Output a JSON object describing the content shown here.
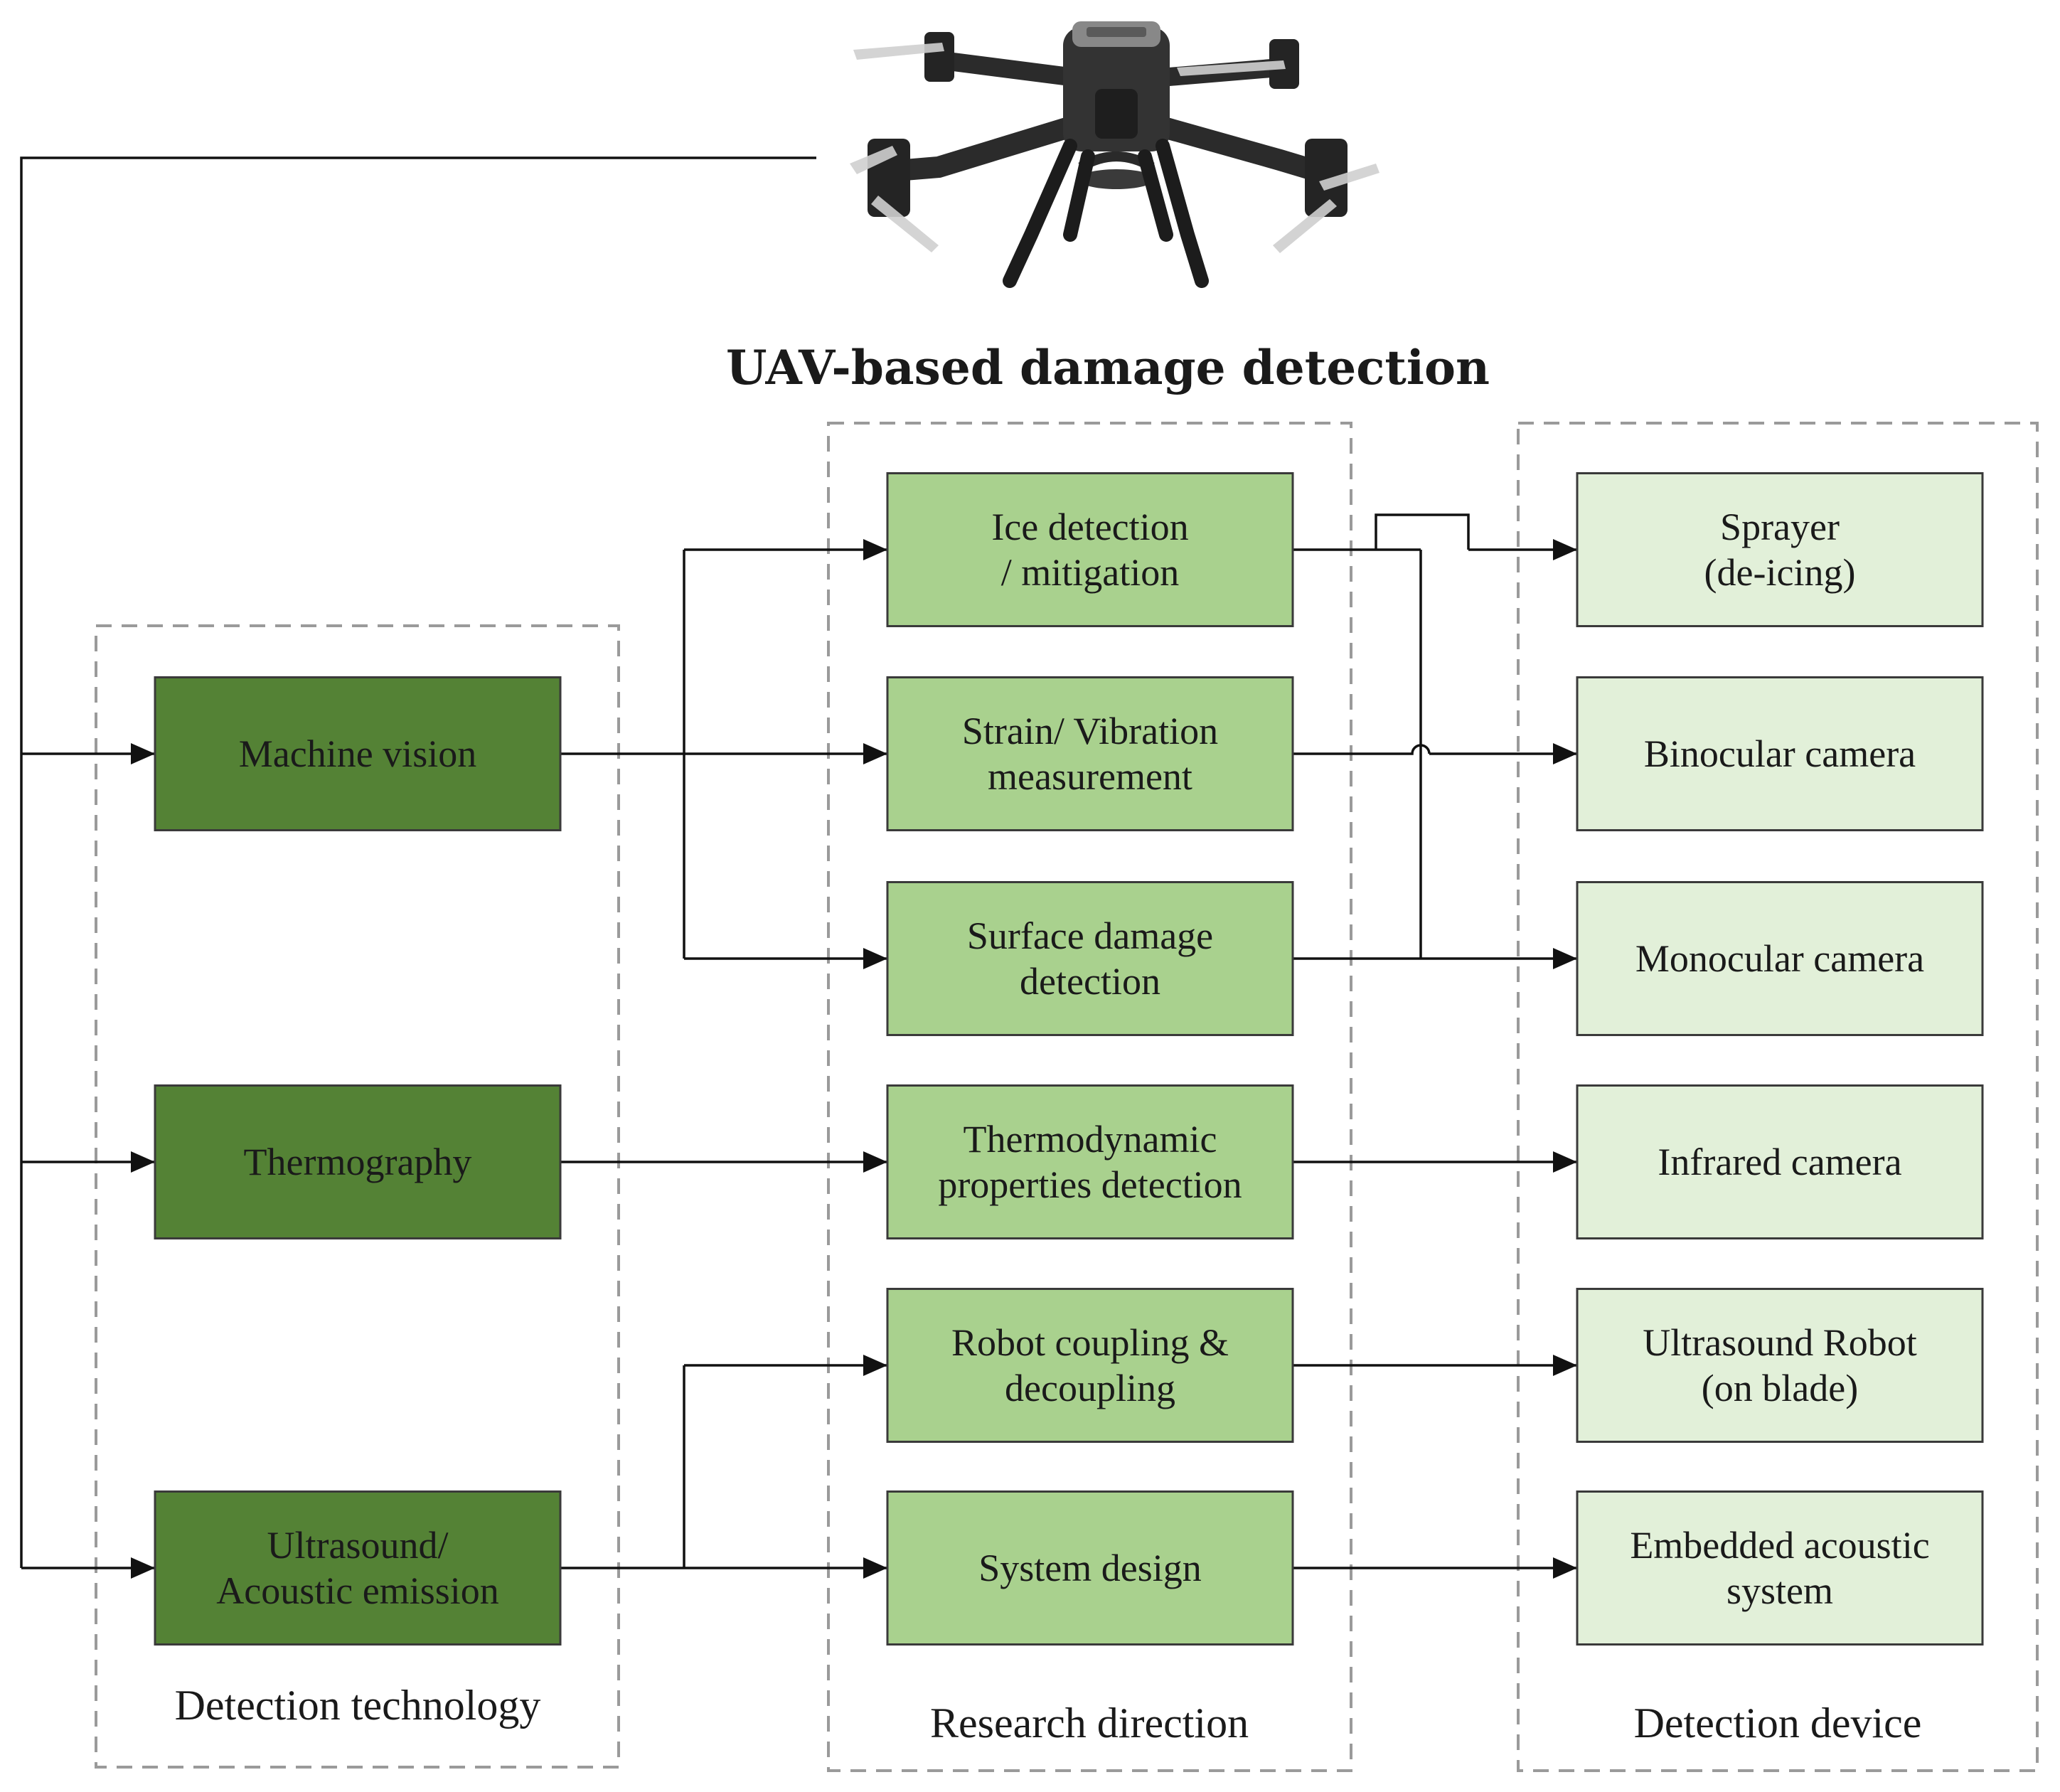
{
  "title": "UAV-based damage detection",
  "colors": {
    "technology_fill": "#548235",
    "direction_fill": "#a9d18e",
    "device_fill": "#e2f0d9",
    "box_border": "#3a3a3a",
    "group_border": "#9a9a9a",
    "line": "#111111"
  },
  "groups": {
    "technology": {
      "label": "Detection technology"
    },
    "direction": {
      "label": "Research direction"
    },
    "device": {
      "label": "Detection device"
    }
  },
  "technologies": [
    {
      "id": "machine-vision",
      "lines": [
        "Machine vision"
      ]
    },
    {
      "id": "thermography",
      "lines": [
        "Thermography"
      ]
    },
    {
      "id": "ultrasound-acoustic-emission",
      "lines": [
        "Ultrasound/",
        "Acoustic emission"
      ]
    }
  ],
  "directions": [
    {
      "id": "ice-detection",
      "lines": [
        "Ice detection",
        "/ mitigation"
      ]
    },
    {
      "id": "strain-vibration",
      "lines": [
        "Strain/ Vibration",
        "measurement"
      ]
    },
    {
      "id": "surface-damage",
      "lines": [
        "Surface damage",
        "detection"
      ]
    },
    {
      "id": "thermodynamic-properties",
      "lines": [
        "Thermodynamic",
        "properties detection"
      ]
    },
    {
      "id": "robot-coupling",
      "lines": [
        "Robot coupling &",
        "decoupling"
      ]
    },
    {
      "id": "system-design",
      "lines": [
        "System design"
      ]
    }
  ],
  "devices": [
    {
      "id": "sprayer",
      "lines": [
        "Sprayer",
        "(de-icing)"
      ]
    },
    {
      "id": "binocular-camera",
      "lines": [
        "Binocular camera"
      ]
    },
    {
      "id": "monocular-camera",
      "lines": [
        "Monocular camera"
      ]
    },
    {
      "id": "infrared-camera",
      "lines": [
        "Infrared camera"
      ]
    },
    {
      "id": "ultrasound-robot",
      "lines": [
        "Ultrasound Robot",
        "(on blade)"
      ]
    },
    {
      "id": "embedded-acoustic-system",
      "lines": [
        "Embedded acoustic",
        "system"
      ]
    }
  ]
}
